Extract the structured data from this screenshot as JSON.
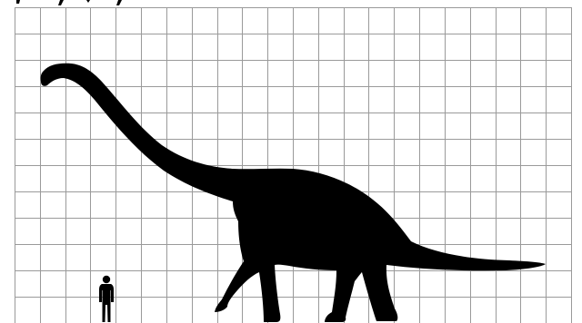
{
  "colors": {
    "background": "#ffffff",
    "grid": "#9a9a9a",
    "silhouette": "#000000"
  },
  "grid": {
    "columns": 22,
    "rows": 12,
    "visible": true
  },
  "figures": [
    {
      "name": "sauropod-silhouette",
      "icon": "sauropod-icon"
    },
    {
      "name": "human-silhouette",
      "icon": "human-icon"
    }
  ]
}
